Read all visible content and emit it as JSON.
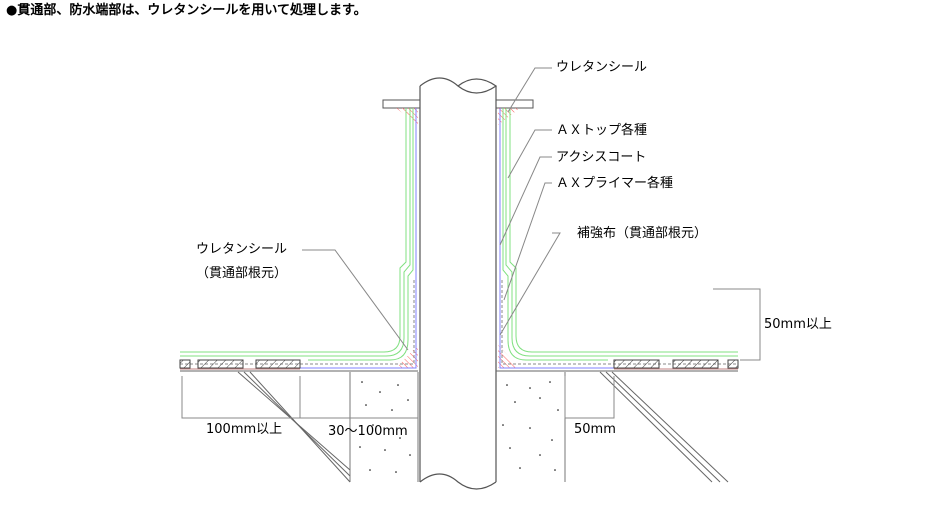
{
  "title": "●貫通部、防水端部は、ウレタンシールを用いて処理します。",
  "labels": {
    "urethane_seal_top": "ウレタンシール",
    "ax_top": "ＡＸトップ各種",
    "axis_coat": "アクシスコート",
    "ax_primer": "ＡＸプライマー各種",
    "reinforcement": "補強布（貫通部根元）",
    "urethane_seal_base": "ウレタンシール",
    "urethane_seal_base_sub": "（貫通部根元）"
  },
  "dimensions": {
    "upturn_height": "50mm以上",
    "left_width": "100mm以上",
    "gap": "30～100mm",
    "right_width": "50mm"
  },
  "colors": {
    "top_coat": "#80e080",
    "primer": "#8080ff",
    "seal": "#ff6060",
    "line": "#555555"
  }
}
